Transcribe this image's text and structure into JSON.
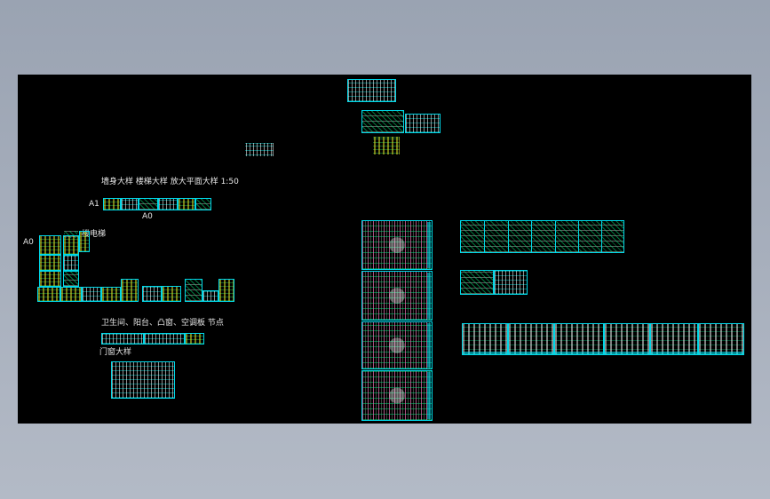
{
  "labels": {
    "enlarged_title": "墙身大样  楼梯大样  放大平面大样 1:50",
    "a1": "A1",
    "a0_top": "A0",
    "a0_left": "A0",
    "elevator": "楼电梯",
    "nodes": "卫生间、阳台、凸窗、空调板 节点",
    "doors_windows": "门窗大样"
  },
  "colors": {
    "background": "#000000",
    "frame": "#00d7e8",
    "accent_pink": "#ff6fd8",
    "workspace": "#a9b0bd"
  }
}
